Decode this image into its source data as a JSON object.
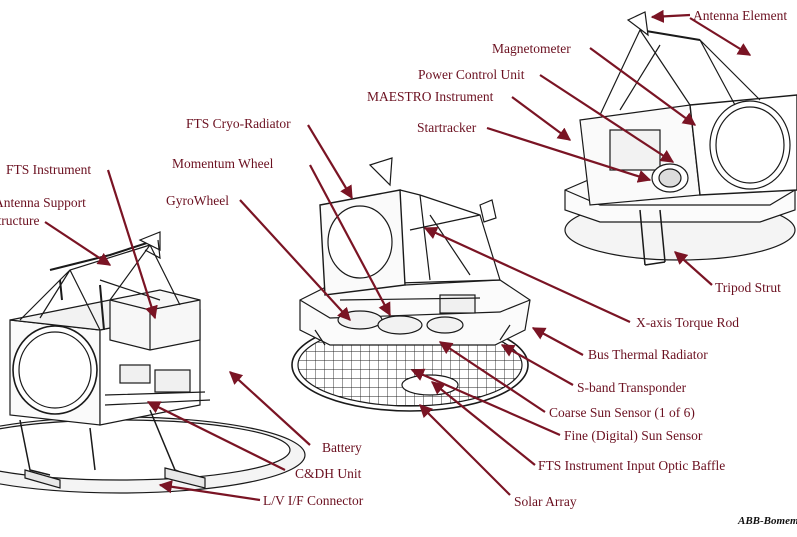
{
  "labels": {
    "antenna_element": "Antenna Element",
    "magnetometer": "Magnetometer",
    "power_control_unit": "Power Control Unit",
    "maestro_instrument": "MAESTRO Instrument",
    "startracker": "Startracker",
    "fts_cryo_radiator": "FTS Cryo-Radiator",
    "momentum_wheel": "Momentum Wheel",
    "gyrowheel": "GyroWheel",
    "fts_instrument": "FTS Instrument",
    "antenna_support_line1": "Antenna Support",
    "antenna_support_line2": "Structure",
    "tripod_strut": "Tripod Strut",
    "x_axis_torque_rod": "X-axis Torque Rod",
    "bus_thermal_radiator": "Bus Thermal Radiator",
    "s_band_transponder": "S-band Transponder",
    "coarse_sun_sensor": "Coarse Sun Sensor (1 of 6)",
    "fine_sun_sensor": "Fine (Digital) Sun Sensor",
    "fts_input_optic_baffle": "FTS Instrument Input Optic Baffle",
    "solar_array": "Solar Array",
    "battery": "Battery",
    "cdh_unit": "C&DH Unit",
    "lv_if_connector": "L/V I/F Connector"
  },
  "credit": "ABB-Bomem",
  "colors": {
    "label_text": "#6b1020",
    "leader_line": "#7a1424",
    "drawing_line": "#1a1a1a"
  }
}
